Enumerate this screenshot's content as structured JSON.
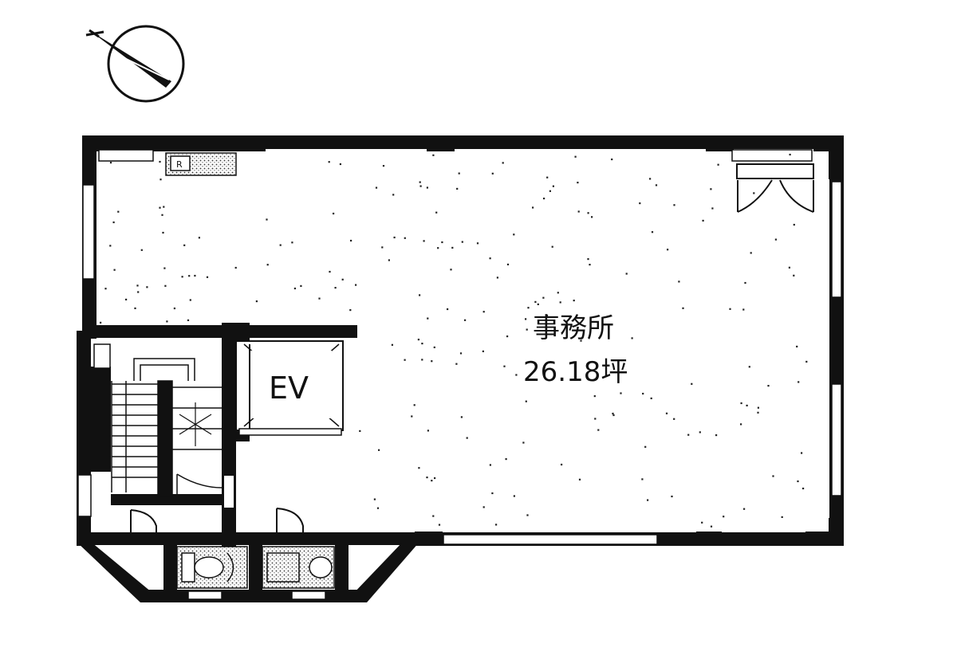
{
  "colors": {
    "wall": "#111111",
    "floor_fill": "#ffffff",
    "hatch": "#555555",
    "speckle": "#222222",
    "background": "#ffffff"
  },
  "north_arrow": {
    "icon": "north-arrow-icon"
  },
  "rooms": {
    "office": {
      "name": "事務所",
      "area": "26.18坪"
    },
    "elevator": {
      "label": "EV"
    }
  },
  "fixtures": {
    "kitchenette_mark": "R"
  }
}
